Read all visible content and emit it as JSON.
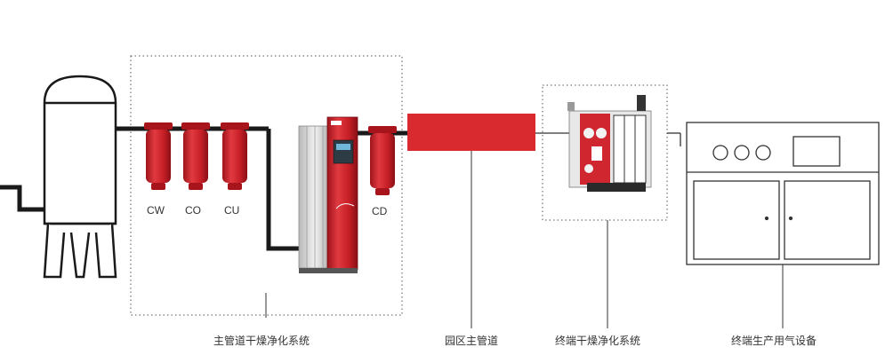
{
  "filters": {
    "cw": "CW",
    "co": "CO",
    "cu": "CU",
    "cd": "CD"
  },
  "sections": {
    "main_purification": "主管道干燥净化系统",
    "park_main_pipe": "园区主管道",
    "terminal_purification": "终端干燥净化系统",
    "terminal_equipment": "终端生产用气设备"
  },
  "colors": {
    "filter_red": "#d4242c",
    "pipe": "#1a1a1a",
    "main_pipe_red": "#d92a2f"
  }
}
